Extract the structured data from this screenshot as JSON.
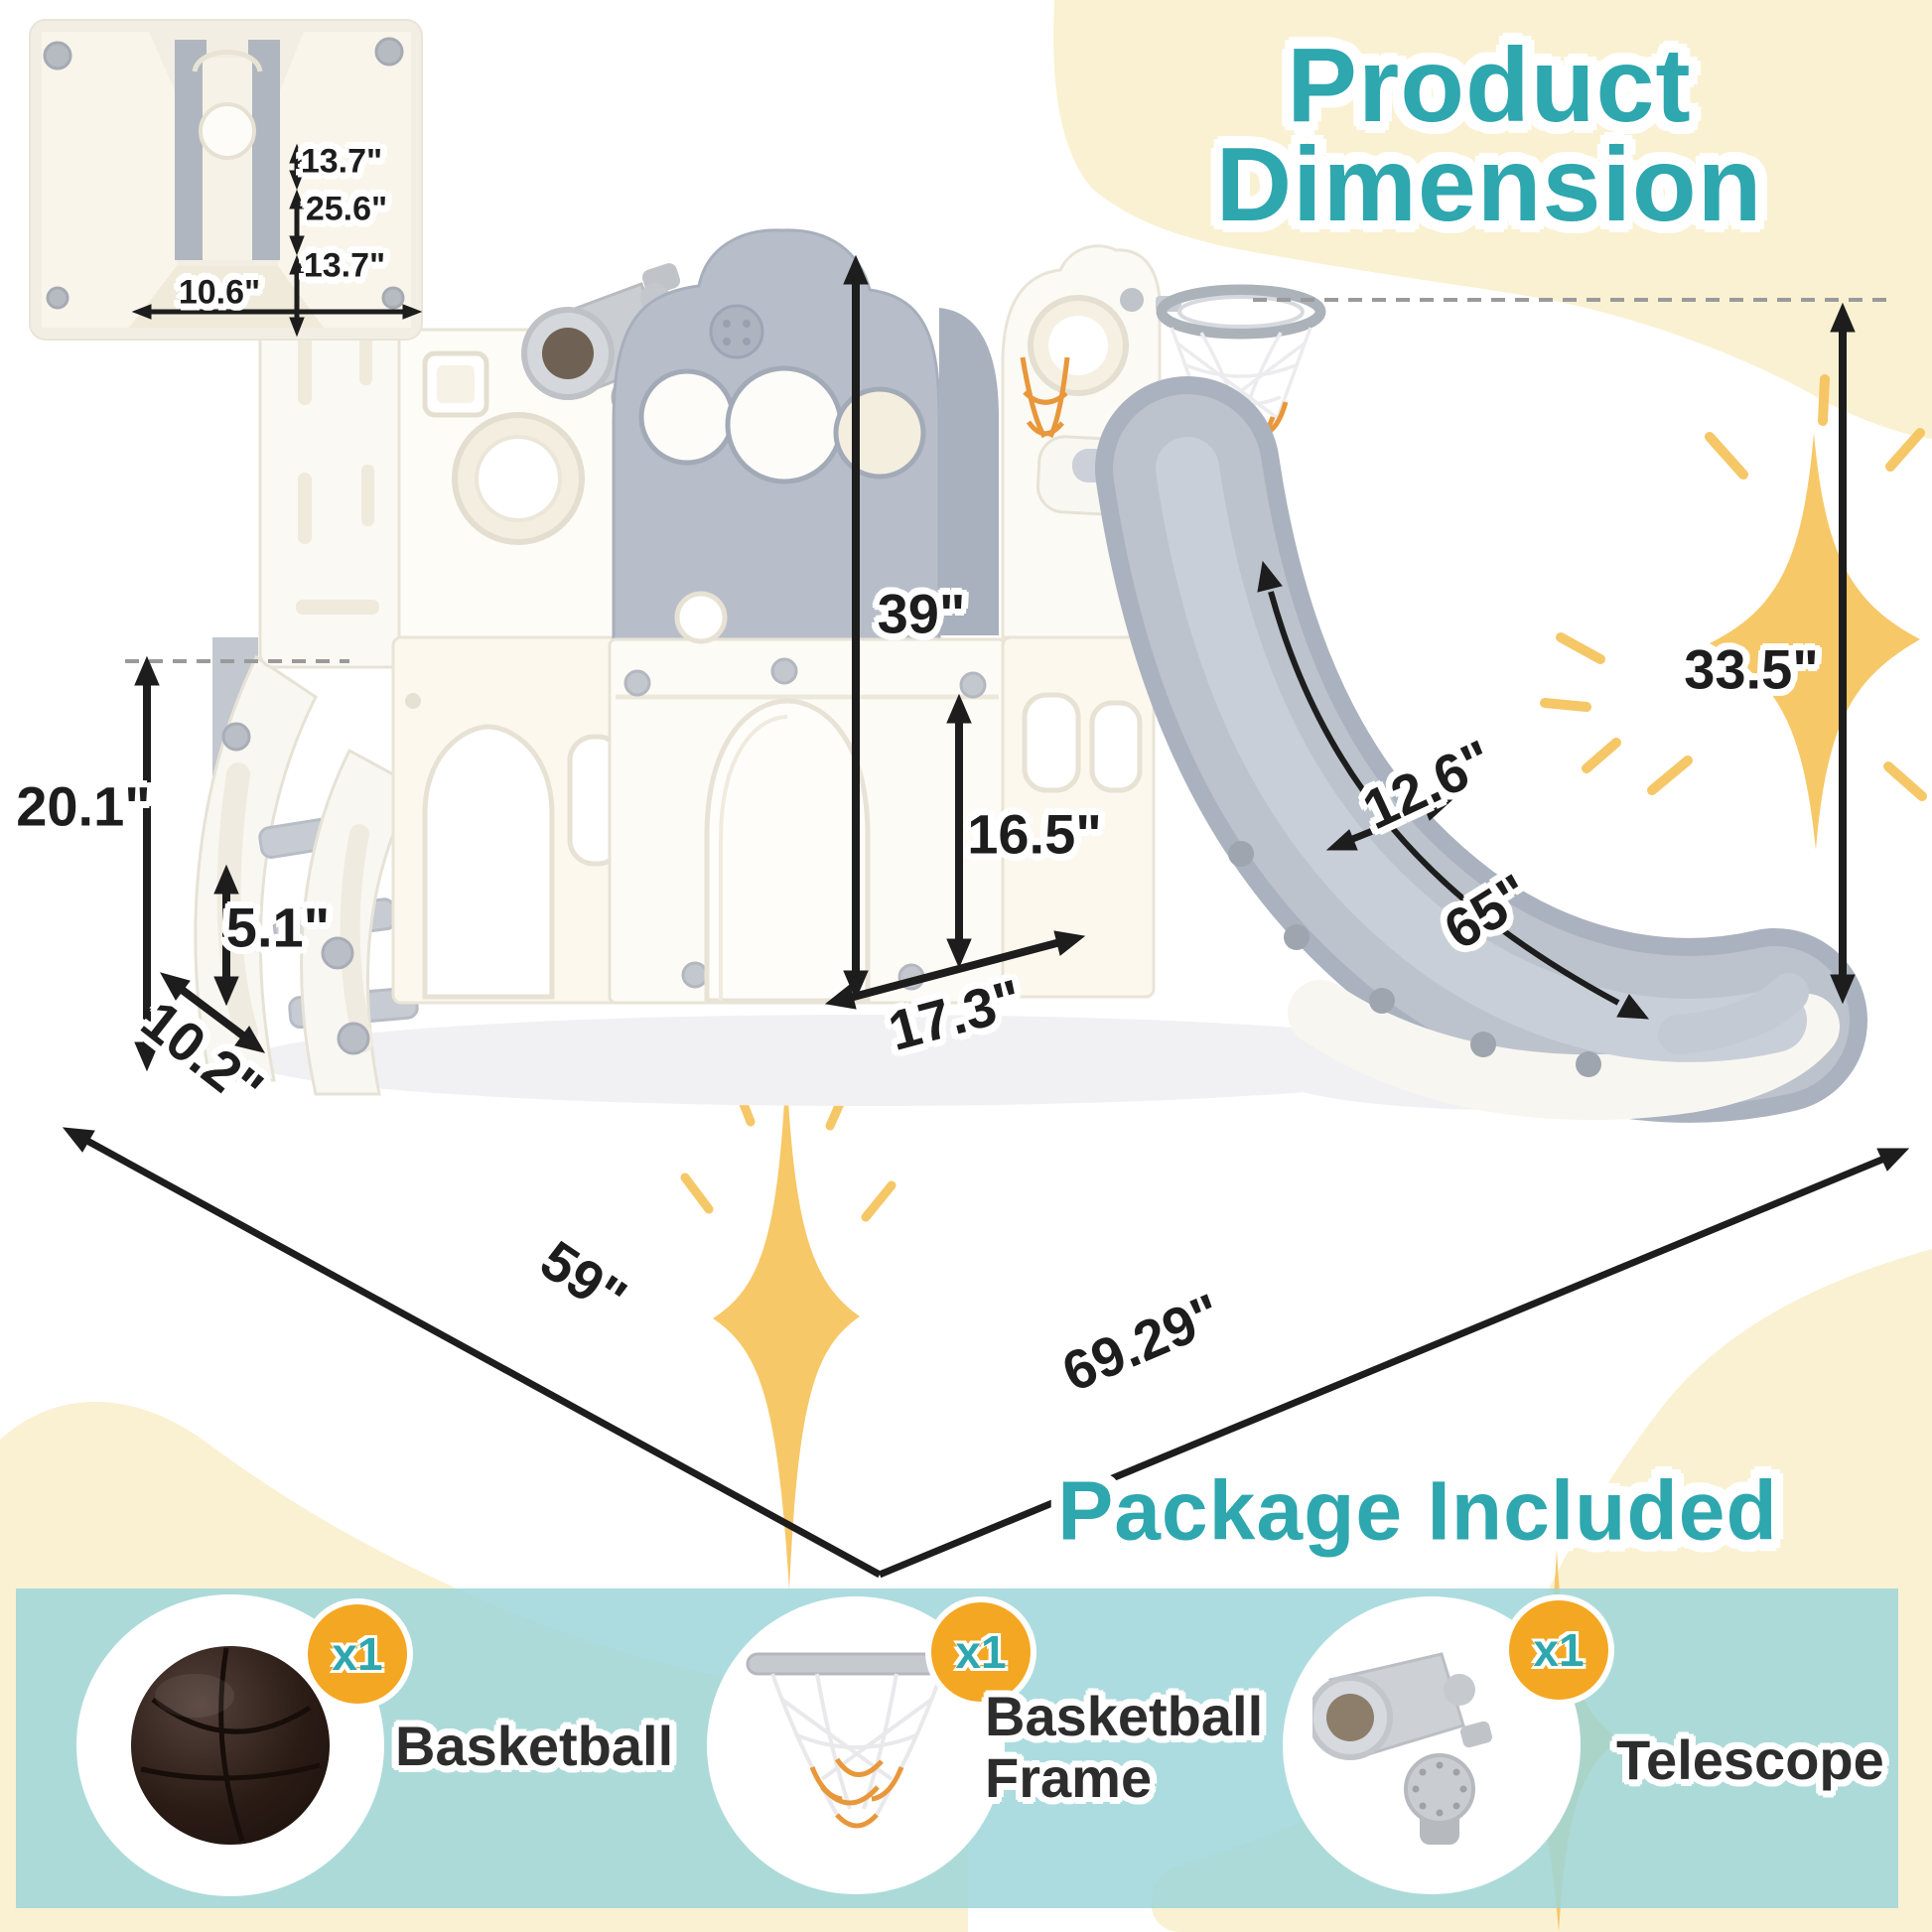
{
  "header": {
    "line1": "Product",
    "line2": "Dimension"
  },
  "inset": {
    "labels": {
      "gap_top": "13.7\"",
      "middle": "25.6\"",
      "bottom": "13.7\"",
      "width": "10.6\""
    }
  },
  "dimensions": {
    "panel_height": "39\"",
    "arch_height": "16.5\"",
    "arch_width": "17.3\"",
    "stair_height": "20.1\"",
    "step_rise": "5.1\"",
    "step_depth": "10.2\"",
    "base_depth": "59\"",
    "base_length": "69.29\"",
    "slide_height": "33.5\"",
    "slide_width": "12.6\"",
    "slide_length": "65\""
  },
  "package": {
    "title": "Package Included",
    "items": [
      {
        "name": "Basketball",
        "qty": "x1"
      },
      {
        "name": "Basketball Frame",
        "qty": "x1"
      },
      {
        "name": "Telescope",
        "qty": "x1"
      }
    ]
  },
  "colors": {
    "accent_teal": "#2EA7AF",
    "badge_orange": "#F4A722",
    "band_teal": "#A9DDE0",
    "cream": "#FAF1D2",
    "doodle_yellow": "#F6C35B",
    "dimension_black": "#1d1d1d"
  }
}
